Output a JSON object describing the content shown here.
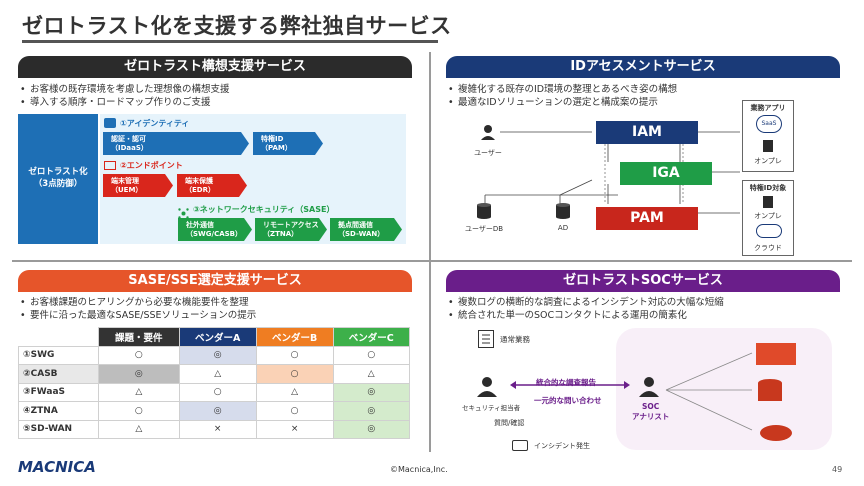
{
  "title": "ゼロトラスト化を支援する弊社独自サービス",
  "sections": {
    "zt": {
      "header": "ゼロトラスト構想支援サービス",
      "bullets": [
        "お客様の既存環境を考慮した理想像の構想支援",
        "導入する順序・ロードマップ作りのご支援"
      ],
      "left_label": "ゼロトラスト化\n（3点防御）",
      "identity": {
        "label": "①アイデンティティ",
        "items": [
          {
            "l1": "認証・認可",
            "l2": "（IDaaS）"
          },
          {
            "l1": "特権ID",
            "l2": "（PAM）"
          }
        ]
      },
      "endpoint": {
        "label": "②エンドポイント",
        "items": [
          {
            "l1": "端末管理",
            "l2": "（UEM）"
          },
          {
            "l1": "端末保護",
            "l2": "（EDR）"
          }
        ]
      },
      "network": {
        "label": "③ネットワークセキュリティ（SASE）",
        "items": [
          {
            "l1": "社外通信",
            "l2": "（SWG/CASB）"
          },
          {
            "l1": "リモートアクセス",
            "l2": "（ZTNA）"
          },
          {
            "l1": "拠点間通信",
            "l2": "（SD-WAN）"
          }
        ]
      }
    },
    "id": {
      "header": "IDアセスメントサービス",
      "bullets": [
        "複雑化する既存のID環境の整理とあるべき姿の構想",
        "最適なIDソリューションの選定と構成案の提示"
      ],
      "boxes": {
        "iam": "IAM",
        "iga": "IGA",
        "pam": "PAM"
      },
      "labels": {
        "user": "ユーザー",
        "userdb": "ユーザーDB",
        "ad": "AD",
        "gyomu": "業務アプリ",
        "saas": "SaaS",
        "onpre1": "オンプレ",
        "tokken": "特権ID対象",
        "onpre2": "オンプレ",
        "cloud": "クラウド"
      }
    },
    "sase": {
      "header": "SASE/SSE選定支援サービス",
      "bullets": [
        "お客様課題のヒアリングから必要な機能要件を整理",
        "要件に沿った最適なSASE/SSEソリューションの提示"
      ],
      "table": {
        "headers": [
          "課題・要件",
          "ベンダーA",
          "ベンダーB",
          "ベンダーC"
        ],
        "rows": [
          [
            "①SWG",
            "○",
            "◎",
            "○",
            "○"
          ],
          [
            "②CASB",
            "◎",
            "△",
            "○",
            "△"
          ],
          [
            "③FWaaS",
            "△",
            "○",
            "△",
            "◎"
          ],
          [
            "④ZTNA",
            "○",
            "◎",
            "○",
            "◎"
          ],
          [
            "⑤SD-WAN",
            "△",
            "×",
            "×",
            "◎"
          ]
        ]
      }
    },
    "soc": {
      "header": "ゼロトラストSOCサービス",
      "bullets": [
        "複数ログの横断的な調査によるインシデント対応の大幅な短縮",
        "統合された単一のSOCコンタクトによる運用の簡素化"
      ],
      "labels": {
        "tsujo": "通常業務",
        "tanto": "セキュリティ担当者",
        "shitsumon": "質問/確認",
        "incident": "インシデント発生",
        "report": "統合的な調査報告",
        "toiawase": "一元的な問い合わせ",
        "soc": "SOC\nアナリスト"
      }
    }
  },
  "footer": {
    "logo": "MACNICA",
    "copyright": "©Macnica,Inc.",
    "page": "49"
  },
  "colors": {
    "zt": "#2b2b2b",
    "id": "#1a3a78",
    "sase": "#e6552a",
    "soc": "#6a1e8a",
    "vendorA": "#1a3a78",
    "vendorB": "#ef7d22",
    "vendorC": "#3db04a"
  }
}
